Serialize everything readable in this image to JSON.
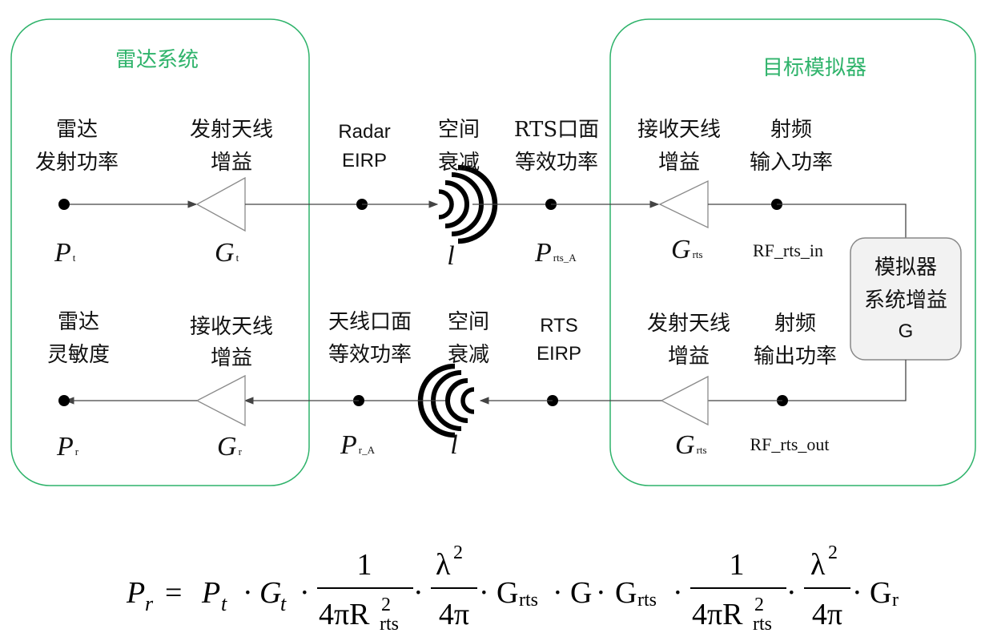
{
  "groups": {
    "radar": "雷达系统",
    "target": "目标模拟器"
  },
  "top": {
    "radar_power_l1": "雷达",
    "radar_power_l2": "发射功率",
    "tx_gain_l1": "发射天线",
    "tx_gain_l2": "增益",
    "radar_eirp_l1": "Radar",
    "radar_eirp_l2": "EIRP",
    "space_loss_l1": "空间",
    "space_loss_l2": "衰减",
    "rts_face_l1": "RTS口面",
    "rts_face_l2": "等效功率",
    "rx_gain_l1": "接收天线",
    "rx_gain_l2": "增益",
    "rf_in_l1": "射频",
    "rf_in_l2": "输入功率"
  },
  "bottom": {
    "radar_sens_l1": "雷达",
    "radar_sens_l2": "灵敏度",
    "rx_gain_l1": "接收天线",
    "rx_gain_l2": "增益",
    "ant_face_l1": "天线口面",
    "ant_face_l2": "等效功率",
    "space_loss_l1": "空间",
    "space_loss_l2": "衰减",
    "rts_eirp_l1": "RTS",
    "rts_eirp_l2": "EIRP",
    "tx_gain_l1": "发射天线",
    "tx_gain_l2": "增益",
    "rf_out_l1": "射频",
    "rf_out_l2": "输出功率"
  },
  "symbols": {
    "pt": "P",
    "pt_sub": "t",
    "gt": "G",
    "gt_sub": "t",
    "l_top": "l",
    "prtsa": "P",
    "prtsa_sub": "rts_A",
    "grts_top": "G",
    "grts_top_sub": "rts",
    "rf_rts_in": "RF_rts_in",
    "pr": "P",
    "pr_sub": "r",
    "gr": "G",
    "gr_sub": "r",
    "pra": "P",
    "pra_sub": "r_A",
    "l_bottom": "l",
    "grts_bottom": "G",
    "grts_bottom_sub": "rts",
    "rf_rts_out": "RF_rts_out"
  },
  "simulator": {
    "line1": "模拟器",
    "line2": "系统增益",
    "line3": "G"
  },
  "equation": {
    "lhs": "P",
    "lhs_sub": "r",
    "eq": "=",
    "pt": "P",
    "pt_sub": "t",
    "dot": "·",
    "gt": "G",
    "gt_sub": "t",
    "one": "1",
    "four_pi_r": "4πR",
    "r_exp": "2",
    "r_sub": "rts",
    "lambda": "λ",
    "lambda_exp": "2",
    "four_pi": "4π",
    "grts": "G",
    "grts_sub": "rts",
    "g": "G",
    "gr": "G",
    "gr_sub": "r"
  },
  "colors": {
    "group_border": "#2fb36b",
    "group_title": "#2fb36b",
    "amp_stroke": "#8a8a8a",
    "wire": "#444444"
  }
}
